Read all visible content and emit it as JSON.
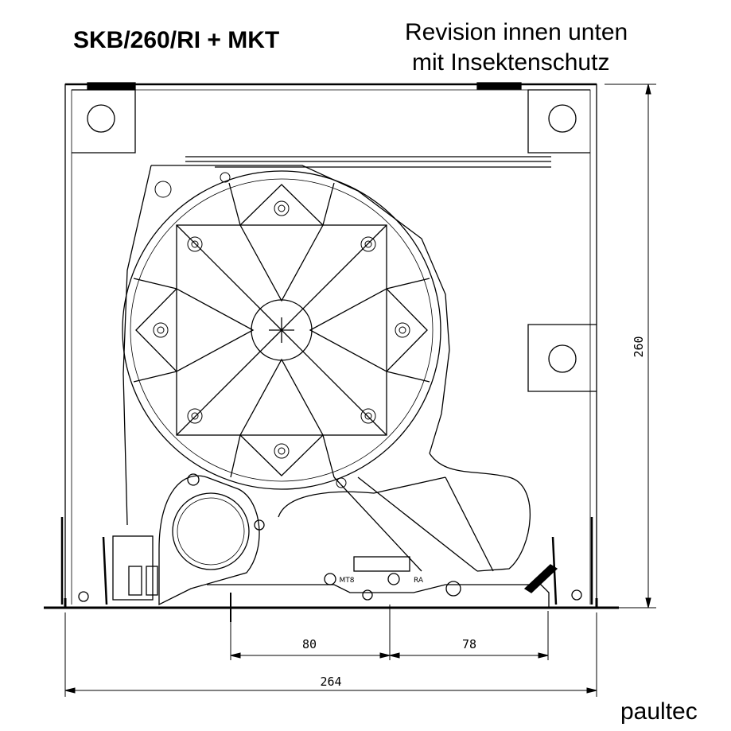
{
  "header": {
    "model": "SKB/260/RI + MKT",
    "desc_line1": "Revision innen unten",
    "desc_line2": "mit Insektenschutz"
  },
  "dimensions": {
    "height": "260",
    "width_total": "264",
    "seg_left": "80",
    "seg_right": "78"
  },
  "part_labels": {
    "label_a": "MT8",
    "label_b": "RA"
  },
  "footer": {
    "brand": "paultec"
  }
}
